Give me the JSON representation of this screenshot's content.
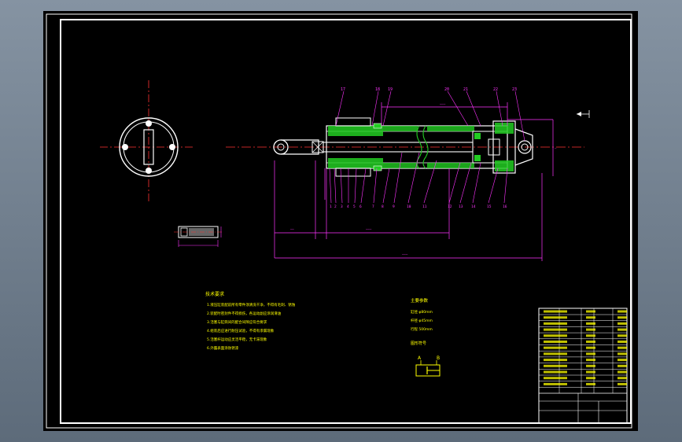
{
  "drawing": {
    "part_labels_top": [
      "17",
      "18",
      "19",
      "20",
      "21",
      "22",
      "23"
    ],
    "part_labels_bottom": [
      "1",
      "2",
      "3",
      "4",
      "5",
      "6",
      "7",
      "8",
      "9",
      "10",
      "11",
      "12",
      "13",
      "14",
      "15",
      "16"
    ],
    "tech_title": "技术要求",
    "tech_lines": [
      "1.液压缸装配前所有零件须清洗干净，不得有毛刺、锈蚀",
      "2.装配时密封件不得损伤，各运动副应涂润滑油",
      "3.活塞与缸筒间的配合间隙应符合要求",
      "4.组装后应进行耐压试验，不得有渗漏现象",
      "5.活塞杆运动应灵活平稳，无卡滞现象",
      "6.外露表面涂防锈漆"
    ],
    "spec_title": "主要参数",
    "spec_lines": [
      "缸径 φ80mm",
      "杆径 φ45mm",
      "行程 500mm"
    ],
    "symbol_title": "图形符号",
    "symbol_label_a": "A",
    "symbol_label_b": "B",
    "colors": {
      "outline": "#ffffff",
      "hatch": "#22cc22",
      "dimension": "#ff33ff",
      "centerline": "#ff3333",
      "text": "#ffff00",
      "border": "#ffffff"
    }
  }
}
